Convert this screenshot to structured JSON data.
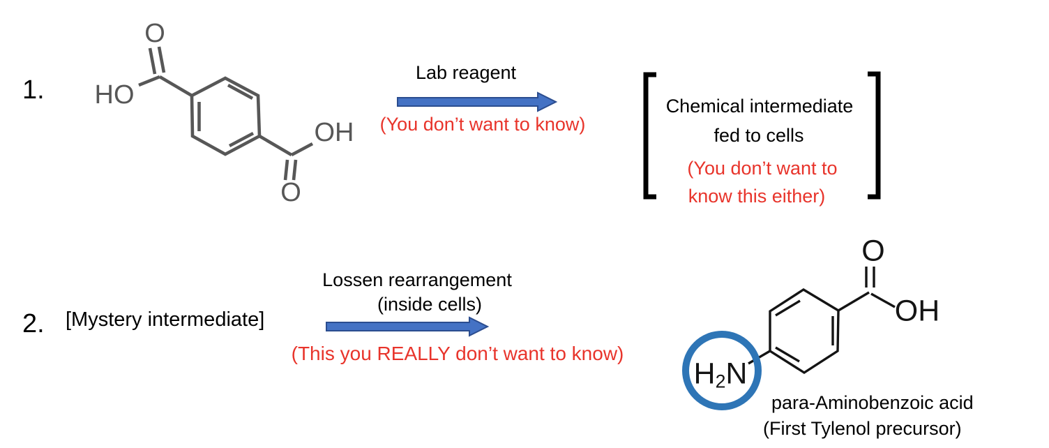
{
  "step1": {
    "number": "1.",
    "reactant_atoms": {
      "top_o": "O",
      "left_ho": "HO",
      "right_oh": "OH",
      "bottom_o": "O"
    },
    "arrow": {
      "label": "Lab reagent",
      "note": "(You don’t want to know)"
    },
    "product": {
      "line1": "Chemical intermediate",
      "line2": "fed to cells",
      "note1": "(You don’t want to",
      "note2": "know this either)"
    }
  },
  "step2": {
    "number": "2.",
    "reactant": "[Mystery intermediate]",
    "arrow": {
      "label1": "Lossen rearrangement",
      "label2": "(inside cells)",
      "note": "(This you REALLY don’t want to know)"
    },
    "product_atoms": {
      "top_o": "O",
      "right_oh": "OH",
      "amine_h": "H",
      "amine_sub": "2",
      "amine_n": "N"
    },
    "product_caption": {
      "line1": "para-Aminobenzoic acid",
      "line2": "(First Tylenol precursor)"
    }
  },
  "colors": {
    "red_note": "#e8342b",
    "arrow_fill": "#4472c4",
    "arrow_outline": "#2b4d8f",
    "circle_highlight": "#2e75b6",
    "mol1_stroke": "#575757",
    "mol2_stroke": "#141414"
  }
}
